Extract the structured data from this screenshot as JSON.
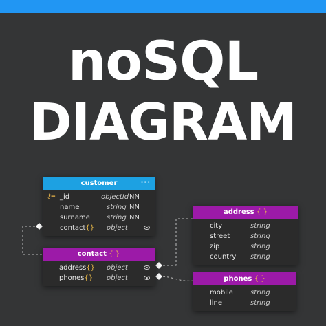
{
  "title": {
    "line1": "noSQL",
    "line2": "DIAGRAM"
  },
  "colors": {
    "background": "#343536",
    "top_bar": "#2196f3",
    "customer_header": "#1da1e2",
    "nested_header": "#9c1aa8",
    "brace": "#f2c04a",
    "connector": "#bdbdbd"
  },
  "customer": {
    "name": "customer",
    "fields": [
      {
        "icon": "key-icon",
        "name": "_id",
        "type": "objectId",
        "nn": "NN"
      },
      {
        "name": "name",
        "type": "string",
        "nn": "NN"
      },
      {
        "name": "surname",
        "type": "string",
        "nn": "NN"
      },
      {
        "name": "contact",
        "brace": "{}",
        "type": "object",
        "icon": "eye-icon"
      }
    ]
  },
  "contact": {
    "name": "contact",
    "brace": "{ }",
    "fields": [
      {
        "name": "address",
        "brace": "{}",
        "type": "object",
        "icon": "eye-icon"
      },
      {
        "name": "phones",
        "brace": "{}",
        "type": "object",
        "icon": "eye-icon"
      }
    ]
  },
  "address": {
    "name": "address",
    "brace": "{ }",
    "fields": [
      {
        "name": "city",
        "type": "string"
      },
      {
        "name": "street",
        "type": "string"
      },
      {
        "name": "zip",
        "type": "string"
      },
      {
        "name": "country",
        "type": "string"
      }
    ]
  },
  "phones": {
    "name": "phones",
    "brace": "{ }",
    "fields": [
      {
        "name": "mobile",
        "type": "string"
      },
      {
        "name": "line",
        "type": "string"
      }
    ]
  }
}
